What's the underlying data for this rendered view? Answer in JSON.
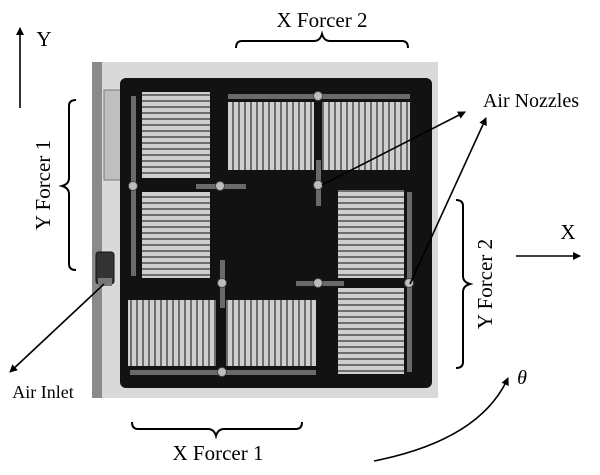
{
  "labels": {
    "x_forcer_2": "X Forcer 2",
    "x_forcer_1": "X Forcer 1",
    "y_forcer_1": "Y Forcer 1",
    "y_forcer_2": "Y Forcer 2",
    "air_nozzles": "Air Nozzles",
    "air_inlet": "Air Inlet",
    "axis_y": "Y",
    "axis_x": "X",
    "axis_theta": "θ"
  },
  "colors": {
    "plate": "#121212",
    "rail": "#5a5a5a",
    "coil_light": "#cfcfcf",
    "coil_dark": "#7a7a7a",
    "background": "#ffffff"
  }
}
